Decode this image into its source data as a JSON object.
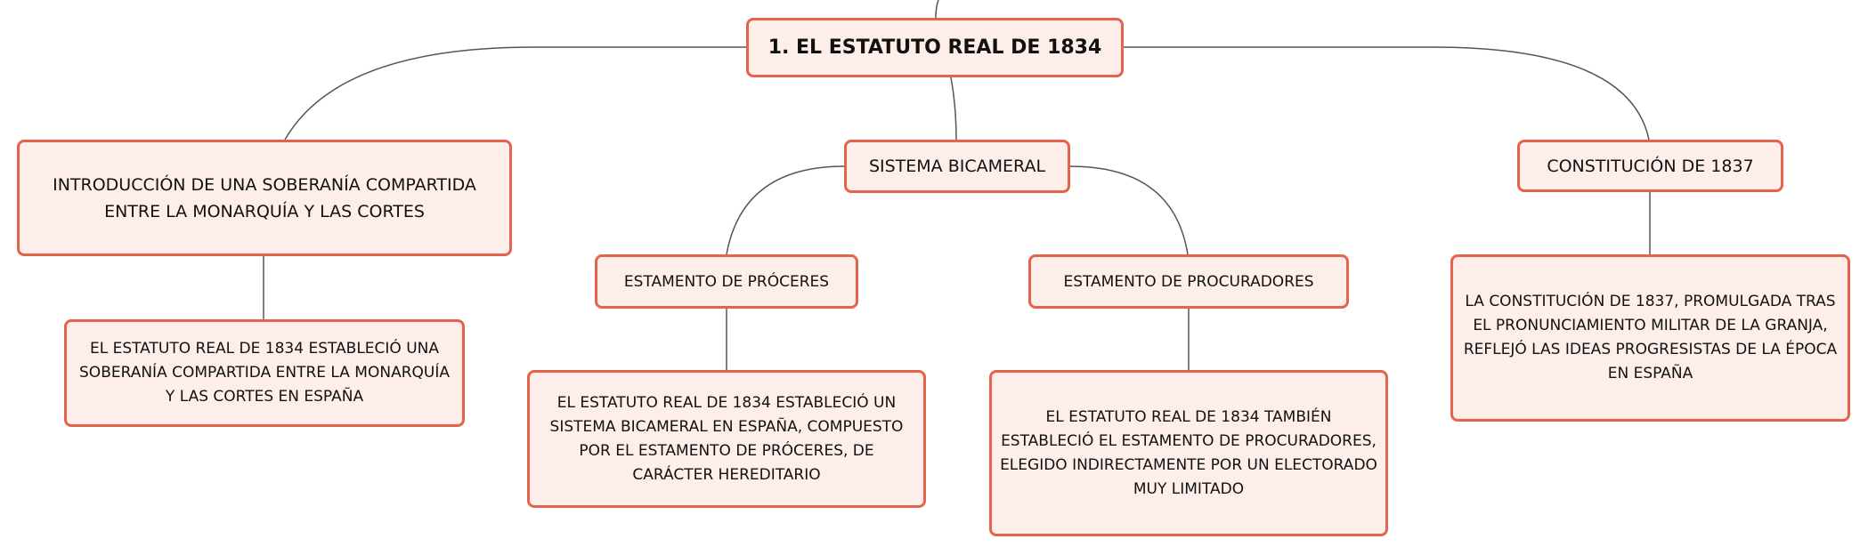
{
  "colors": {
    "node_border": "#e5634c",
    "node_fill": "#fdeeea",
    "connector": "#555555",
    "text": "#111111"
  },
  "root": {
    "label": "1. EL ESTATUTO REAL DE 1834"
  },
  "branches": {
    "soberania": {
      "label": "INTRODUCCIÓN DE UNA SOBERANÍA COMPARTIDA ENTRE LA MONARQUÍA Y LAS CORTES",
      "detail": "EL ESTATUTO REAL DE 1834 ESTABLECIÓ UNA SOBERANÍA COMPARTIDA ENTRE LA MONARQUÍA Y LAS CORTES EN ESPAÑA"
    },
    "bicameral": {
      "label": "SISTEMA BICAMERAL",
      "proceres": {
        "label": "ESTAMENTO DE PRÓCERES",
        "detail": "EL ESTATUTO REAL DE 1834 ESTABLECIÓ UN SISTEMA BICAMERAL EN ESPAÑA, COMPUESTO POR EL ESTAMENTO DE PRÓCERES, DE CARÁCTER HEREDITARIO"
      },
      "procuradores": {
        "label": "ESTAMENTO DE PROCURADORES",
        "detail": "EL ESTATUTO REAL DE 1834 TAMBIÉN ESTABLECIÓ EL ESTAMENTO DE PROCURADORES, ELEGIDO INDIRECTAMENTE POR UN ELECTORADO MUY LIMITADO"
      }
    },
    "constitucion": {
      "label": "CONSTITUCIÓN DE 1837",
      "detail": "LA CONSTITUCIÓN DE 1837, PROMULGADA TRAS EL PRONUNCIAMIENTO MILITAR DE LA GRANJA, REFLEJÓ LAS IDEAS PROGRESISTAS DE LA ÉPOCA EN ESPAÑA"
    }
  }
}
